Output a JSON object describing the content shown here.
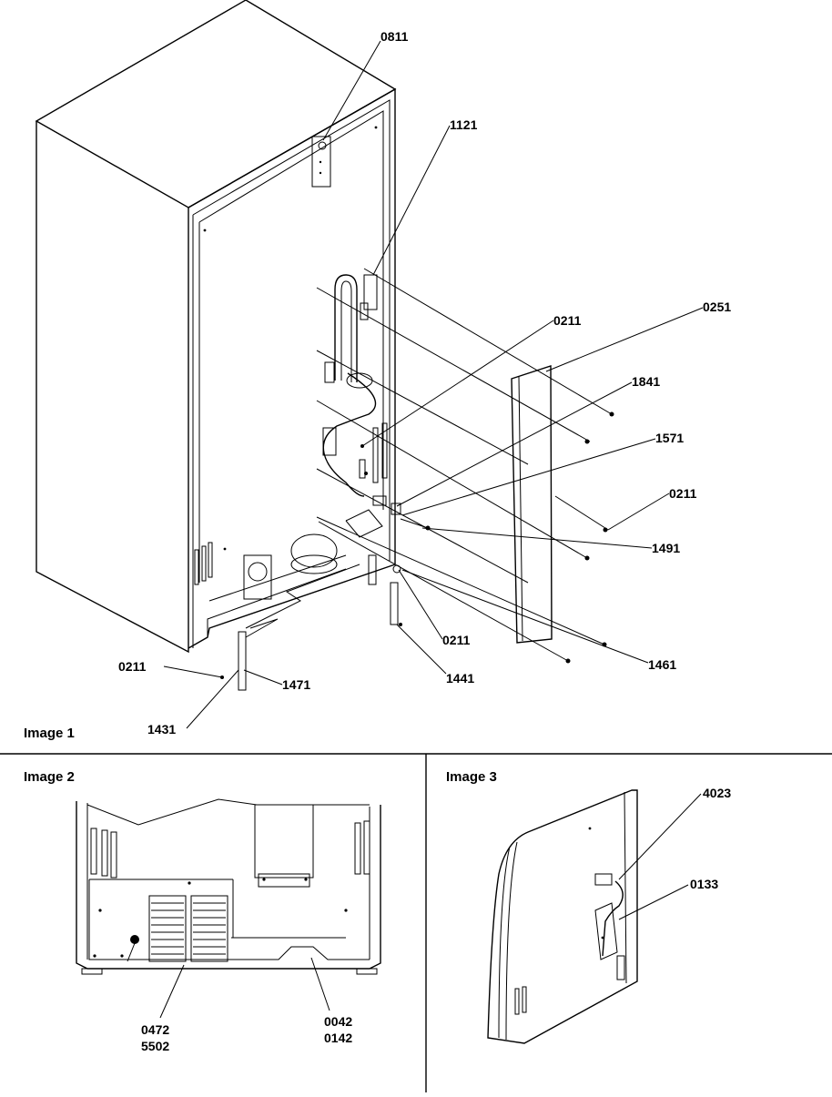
{
  "panels": {
    "image1": "Image 1",
    "image2": "Image 2",
    "image3": "Image 3"
  },
  "callouts": {
    "image1": [
      "0811",
      "1121",
      "0211",
      "0251",
      "1841",
      "1571",
      "0211",
      "1491",
      "0211",
      "1461",
      "1441",
      "0211",
      "1471",
      "1431"
    ],
    "image2": [
      "0472",
      "5502",
      "0042",
      "0142"
    ],
    "image3": [
      "4023",
      "0133"
    ]
  },
  "colors": {
    "ink": "#000000",
    "paper": "#ffffff"
  }
}
